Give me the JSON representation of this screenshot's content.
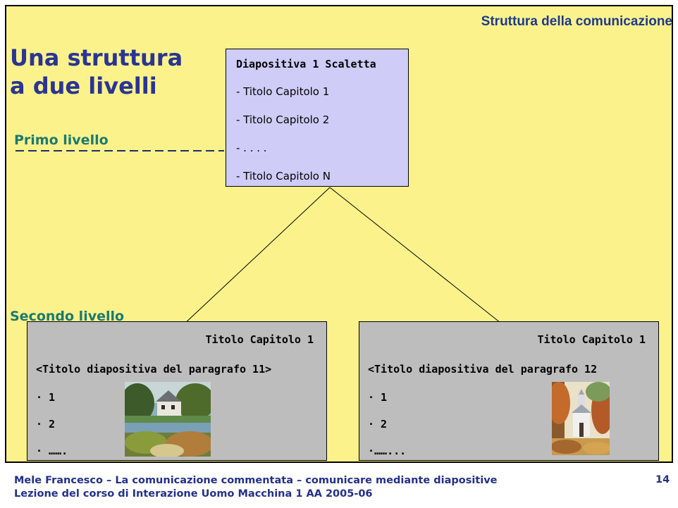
{
  "slide": {
    "header_title": "Struttura della comunicazione",
    "main_title_line1": "Una struttura",
    "main_title_line2": "a due livelli",
    "level1_label": "Primo livello",
    "level2_label": "Secondo livello"
  },
  "scaletta": {
    "title": "Diapositiva 1 Scaletta",
    "items": [
      "- Titolo Capitolo 1",
      "- Titolo Capitolo 2",
      "- . . . .",
      "- Titolo Capitolo N"
    ]
  },
  "chapters": [
    {
      "title": "Titolo Capitolo 1",
      "subtitle": "<Titolo diapositiva del paragrafo 11>",
      "bullets": [
        "· 1",
        "· 2",
        "· ……."
      ]
    },
    {
      "title": "Titolo Capitolo 1",
      "subtitle": "<Titolo diapositiva del paragrafo 12",
      "bullets": [
        "· 1",
        "· 2",
        "·……..."
      ]
    }
  ],
  "footer": {
    "line1": "Mele Francesco – La comunicazione commentata – comunicare mediante diapositive",
    "line2": "Lezione del corso di Interazione Uomo Macchina 1 AA 2005-06",
    "page_number": "14"
  },
  "colors": {
    "background": "#fcf28c",
    "title": "#2a3592",
    "level_label": "#1b7a6f",
    "scaletta_box": "#cfcdf7",
    "chapter_box": "#bdbdbd"
  }
}
